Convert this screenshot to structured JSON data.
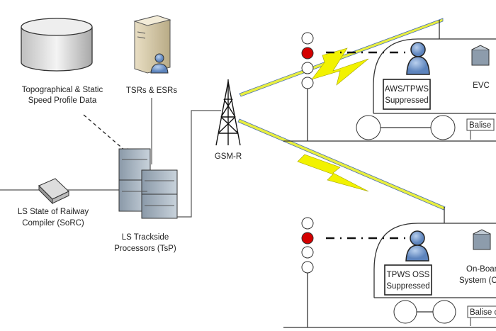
{
  "nodes": {
    "database": {
      "label": [
        "Topographical & Static",
        "Speed Profile Data"
      ],
      "icon": "database-cylinder-icon"
    },
    "server": {
      "label": [
        "TSRs & ESRs"
      ],
      "icon": "server-user-icon"
    },
    "compiler": {
      "label": [
        "LS State of Railway",
        "Compiler (SoRC)"
      ],
      "icon": "device-icon"
    },
    "trackside": {
      "label": [
        "LS Trackside",
        "Processors (TsP)"
      ],
      "icon": "server-rack-icon"
    },
    "gsmr": {
      "label": [
        "GSM-R"
      ],
      "icon": "radio-tower-icon"
    },
    "train_top": {
      "driver_box": [
        "AWS/TPWS",
        "Suppressed"
      ],
      "unit": "EVC",
      "balise": "Balise"
    },
    "train_bottom": {
      "driver_box": [
        "TPWS OSS",
        "Suppressed"
      ],
      "unit": [
        "On-Board",
        "System (OB"
      ],
      "balise": "Balise o"
    }
  },
  "colors": {
    "signal_red": "#d40000",
    "lightning": "#f2f200",
    "person": "#7ea6d8",
    "link_blue": "#4a6fb0"
  }
}
